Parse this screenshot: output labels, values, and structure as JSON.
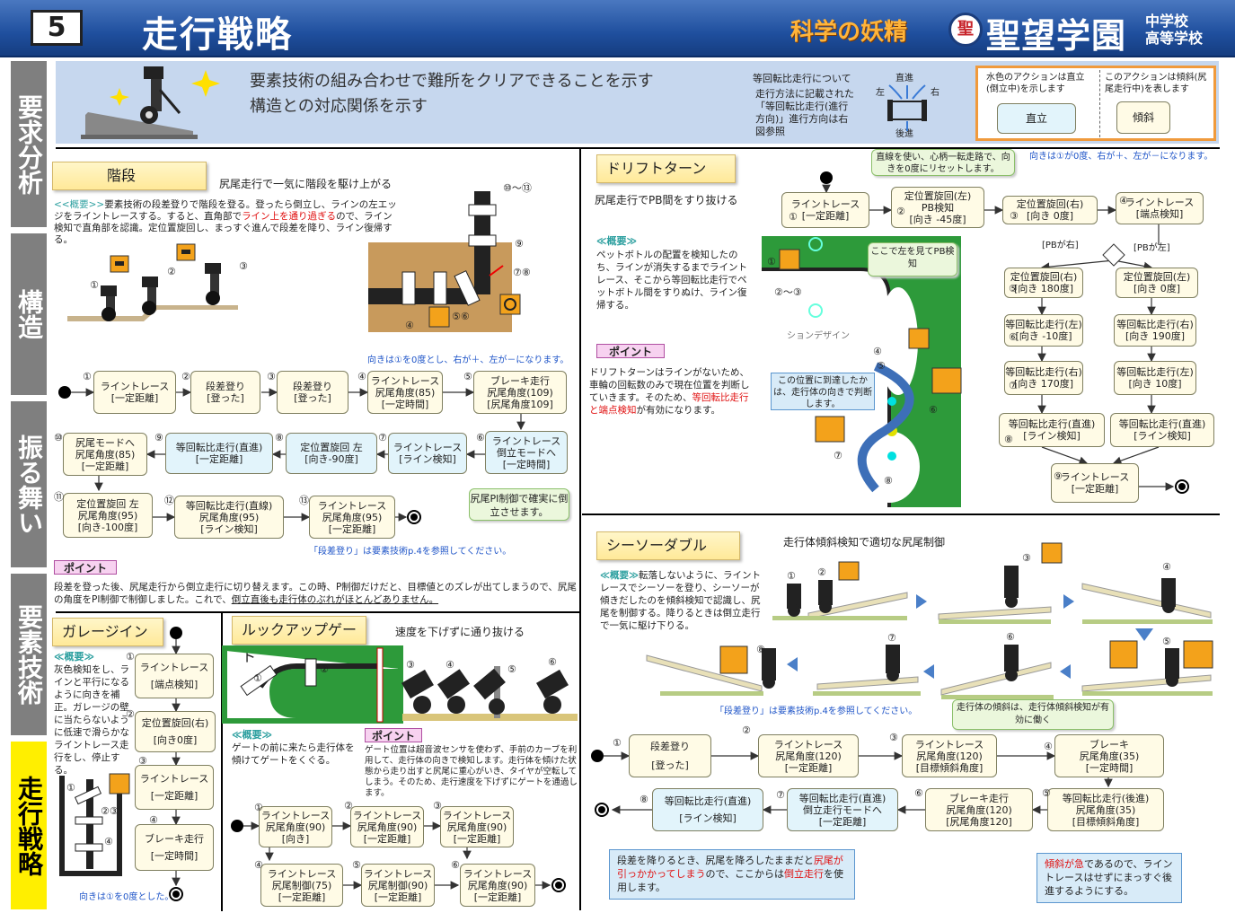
{
  "header": {
    "page_number": "5",
    "title": "走行戦略",
    "fairy": "科学の妖精",
    "crest": "聖",
    "school": "聖望学園",
    "school_sub1": "中学校",
    "school_sub2": "高等学校"
  },
  "sidebar": [
    "要求分析",
    "構造",
    "振る舞い",
    "要素技術",
    "走行戦略"
  ],
  "requirements": {
    "line1": "要素技術の組み合わせで難所をクリアできることを示す",
    "line2": "構造との対応関係を示す",
    "turn_title": "等回転比走行について",
    "turn_desc": "走行方法に記載された「等回転比走行(進行方向)」進行方向は右図参照",
    "dir_forward": "直進",
    "dir_left": "左",
    "dir_right": "右",
    "dir_back": "後進",
    "legend_upright_desc": "水色のアクションは直立(倒立中)を示します",
    "legend_upright": "直立",
    "legend_tilt_desc": "このアクションは傾斜(尻尾走行中)を表します",
    "legend_tilt": "傾斜"
  },
  "stairs": {
    "tag": "階段",
    "subtitle": "尻尾走行で一気に階段を駆け上がる",
    "overview_label": "<<概要>>",
    "overview_a": "要素技術の段差登りで階段を登る。登ったら倒立し、ラインの左エッジをライントレースする。すると、直角部で",
    "overview_red": "ライン上を通り過ぎる",
    "overview_b": "ので、ライン検知で直角部を認識。定位置旋回し、まっすぐ進んで段差を降り、ライン復帰する。",
    "pic_labels": [
      "①",
      "②",
      "③",
      "④",
      "⑤⑥",
      "⑦⑧",
      "⑨",
      "⑩～⑬"
    ],
    "direction_note": "向きは①を0度とし、右が＋、左が－になります。",
    "nodes": [
      {
        "n": "①",
        "l1": "ライントレース",
        "l2": "",
        "l3": "[一定距離]"
      },
      {
        "n": "②",
        "l1": "段差登り",
        "l2": "",
        "l3": "[登った]"
      },
      {
        "n": "③",
        "l1": "段差登り",
        "l2": "",
        "l3": "[登った]"
      },
      {
        "n": "④",
        "l1": "ライントレース",
        "l2": "尻尾角度(85)",
        "l3": "[一定時間]"
      },
      {
        "n": "⑤",
        "l1": "ブレーキ走行",
        "l2": "尻尾角度(109)",
        "l3": "[尻尾角度109]"
      },
      {
        "n": "⑥",
        "l1": "ライントレース",
        "l2": "倒立モードへ",
        "l3": "[一定時間]"
      },
      {
        "n": "⑦",
        "l1": "ライントレース",
        "l2": "",
        "l3": "[ライン検知]"
      },
      {
        "n": "⑧",
        "l1": "定位置旋回 左",
        "l2": "",
        "l3": "[向き-90度]"
      },
      {
        "n": "⑨",
        "l1": "等回転比走行(直進)",
        "l2": "",
        "l3": "[一定距離]"
      },
      {
        "n": "⑩",
        "l1": "尻尾モードへ",
        "l2": "尻尾角度(85)",
        "l3": "[一定距離]"
      },
      {
        "n": "⑪",
        "l1": "定位置旋回 左",
        "l2": "尻尾角度(95)",
        "l3": "[向き-100度]"
      },
      {
        "n": "⑫",
        "l1": "等回転比走行(直線)",
        "l2": "尻尾角度(95)",
        "l3": "[ライン検知]"
      },
      {
        "n": "⑬",
        "l1": "ライントレース",
        "l2": "尻尾角度(95)",
        "l3": "[一定距離]"
      }
    ],
    "pi_note": "尻尾PI制御で確実に倒立させます。",
    "ref_note": "「段差登り」は要素技術p.4を参照してください。",
    "point_label": "ポイント",
    "point_a": "段差を登った後、尻尾走行から倒立走行に切り替えます。この時、P制御だけだと、目標値とのズレが出てしまうので、尻尾の角度をPI制御で制御しました。これで、",
    "point_u": "倒立直後も走行体のぶれがほとんどありません。"
  },
  "garage": {
    "tag": "ガレージイン",
    "overview_label": "≪概要≫",
    "overview": "灰色検知をし、ラインと平行になるように向きを補正。ガレージの壁に当たらないように低速で滑らかなライントレース走行をし、停止する。",
    "nodes": [
      {
        "n": "①",
        "l1": "ライントレース",
        "l3": "[端点検知]"
      },
      {
        "n": "②",
        "l1": "定位置旋回(右)",
        "l3": "[向き0度]"
      },
      {
        "n": "③",
        "l1": "ライントレース",
        "l3": "[一定距離]"
      },
      {
        "n": "④",
        "l1": "ブレーキ走行",
        "l3": "[一定時間]"
      }
    ],
    "pic_labels": [
      "①",
      "②③",
      "④"
    ],
    "direction_note": "向きは①を0度とした。"
  },
  "lookup": {
    "tag": "ルックアップゲート",
    "subtitle": "速度を下げずに通り抜ける",
    "overview_label": "≪概要≫",
    "overview": "ゲートの前に来たら走行体を傾けてゲートをくぐる。",
    "point_label": "ポイント",
    "point": "ゲート位置は超音波センサを使わず、手前のカーブを利用して、走行体の向きで検知します。走行体を傾けた状態から走り出すと尻尾に重心がいき、タイヤが空転してしまう。そのため、走行速度を下げずにゲートを通過します。",
    "pic_labels": [
      "①",
      "②",
      "③",
      "④",
      "⑤",
      "⑥"
    ],
    "nodes": [
      {
        "n": "①",
        "l1": "ライントレース",
        "l2": "尻尾角度(90)",
        "l3": "[向き]"
      },
      {
        "n": "②",
        "l1": "ライントレース",
        "l2": "尻尾角度(90)",
        "l3": "[一定距離]"
      },
      {
        "n": "③",
        "l1": "ライントレース",
        "l2": "尻尾角度(90)",
        "l3": "[一定距離]"
      },
      {
        "n": "④",
        "l1": "ライントレース",
        "l2": "尻尾制御(75)",
        "l3": "[一定距離]"
      },
      {
        "n": "⑤",
        "l1": "ライントレース",
        "l2": "尻尾制御(90)",
        "l3": "[一定距離]"
      },
      {
        "n": "⑥",
        "l1": "ライントレース",
        "l2": "尻尾角度(90)",
        "l3": "[一定距離]"
      }
    ]
  },
  "drift": {
    "tag": "ドリフトターン",
    "subtitle": "尻尾走行でPB間をすり抜ける",
    "reset_note": "直線を使い、心柄一転走路で、向きを0度にリセットします。",
    "direction_note": "向きは①が0度、右が＋、左が－になります。",
    "overview_label": "≪概要≫",
    "overview": "ペットボトルの配置を検知したのち、ラインが消失するまでライントレース、そこから等回転比走行でペットボトル間をすりぬけ、ライン復帰する。",
    "point_label": "ポイント",
    "point_a": "ドリフトターンは",
    "point_b": "ラインがないため、車輪の回転数のみで現在位置を判断していきます。そのため、",
    "point_red": "等回転比走行と端点検知",
    "point_c": "が有効になります。",
    "map_note1": "ここで左を見てPB検知",
    "map_note2": "この位置に到達したかは、走行体の向きで判断します。",
    "map_text": "ションデザイン",
    "map_labels": [
      "①",
      "②～③",
      "④",
      "⑤",
      "⑥",
      "⑦",
      "⑧"
    ],
    "branch_right": "[PBが右]",
    "branch_left": "[PBが左]",
    "nodes": [
      {
        "n": "①",
        "l1": "ライントレース",
        "l2": "[一定距離]"
      },
      {
        "n": "②",
        "l1": "定位置旋回(左)",
        "l2": "PB検知",
        "l3": "[向き -45度]"
      },
      {
        "n": "③",
        "l1": "定位置旋回(右)",
        "l2": "[向き 0度]"
      },
      {
        "n": "④",
        "l1": "ライントレース",
        "l2": "[端点検知]"
      },
      {
        "n": "⑤",
        "l1": "定位置旋回(右)",
        "l2": "[向き 180度]"
      },
      {
        "n": "",
        "l1": "定位置旋回(左)",
        "l2": "[向き 0度]"
      },
      {
        "n": "⑥",
        "l1": "等回転比走行(左)",
        "l2": "[向き -10度]"
      },
      {
        "n": "",
        "l1": "等回転比走行(右)",
        "l2": "[向き 190度]"
      },
      {
        "n": "⑦",
        "l1": "等回転比走行(右)",
        "l2": "[向き 170度]"
      },
      {
        "n": "",
        "l1": "等回転比走行(左)",
        "l2": "[向き 10度]"
      },
      {
        "n": "⑧",
        "l1": "等回転比走行(直進)",
        "l2": "[ライン検知]"
      },
      {
        "n": "",
        "l1": "等回転比走行(直進)",
        "l2": "[ライン検知]"
      },
      {
        "n": "⑨",
        "l1": "ライントレース",
        "l2": "[一定距離]"
      }
    ]
  },
  "seesaw": {
    "tag": "シーソーダブル",
    "subtitle": "走行体傾斜検知で適切な尻尾制御",
    "overview_label": "≪概要≫",
    "overview": "転落しないように、ライントレースでシーソーを登り、シーソーが傾きだしたのを傾斜検知で認識し、尻尾を制御する。降りるときは倒立走行で一気に駆け下りる。",
    "pic_labels": [
      "①",
      "②",
      "③",
      "④",
      "⑤",
      "⑥",
      "⑦",
      "⑧"
    ],
    "ref_note": "「段差登り」は要素技術p.4を参照してください。",
    "tilt_note": "走行体の傾斜は、走行体傾斜検知が有効に働く",
    "nodes": [
      {
        "n": "①",
        "l1": "段差登り",
        "l2": "",
        "l3": "[登った]"
      },
      {
        "n": "②",
        "l1": "ライントレース",
        "l2": "尻尾角度(120)",
        "l3": "[一定距離]"
      },
      {
        "n": "③",
        "l1": "ライントレース",
        "l2": "尻尾角度(120)",
        "l3": "[目標傾斜角度]"
      },
      {
        "n": "④",
        "l1": "ブレーキ",
        "l2": "尻尾角度(35)",
        "l3": "[一定時間]"
      },
      {
        "n": "⑤",
        "l1": "等回転比走行(後進)",
        "l2": "尻尾角度(35)",
        "l3": "[目標傾斜角度]"
      },
      {
        "n": "⑥",
        "l1": "ブレーキ走行",
        "l2": "尻尾角度(120)",
        "l3": "[尻尾角度120]"
      },
      {
        "n": "⑦",
        "l1": "等回転比走行(直進)",
        "l2": "倒立走行モードへ",
        "l3": "[一定距離]"
      },
      {
        "n": "⑧",
        "l1": "等回転比走行(直進)",
        "l2": "",
        "l3": "[ライン検知]"
      }
    ],
    "descend_a": "段差を降りるとき、尻尾を降ろしたままだと",
    "descend_red": "尻尾が引っかかってしまう",
    "descend_b": "ので、ここからは",
    "descend_red2": "倒立走行",
    "descend_c": "を使用します。",
    "steep_red": "傾斜が急",
    "steep_b": "であるので、ライントレースはせずにまっすぐ後進するようにする。"
  }
}
